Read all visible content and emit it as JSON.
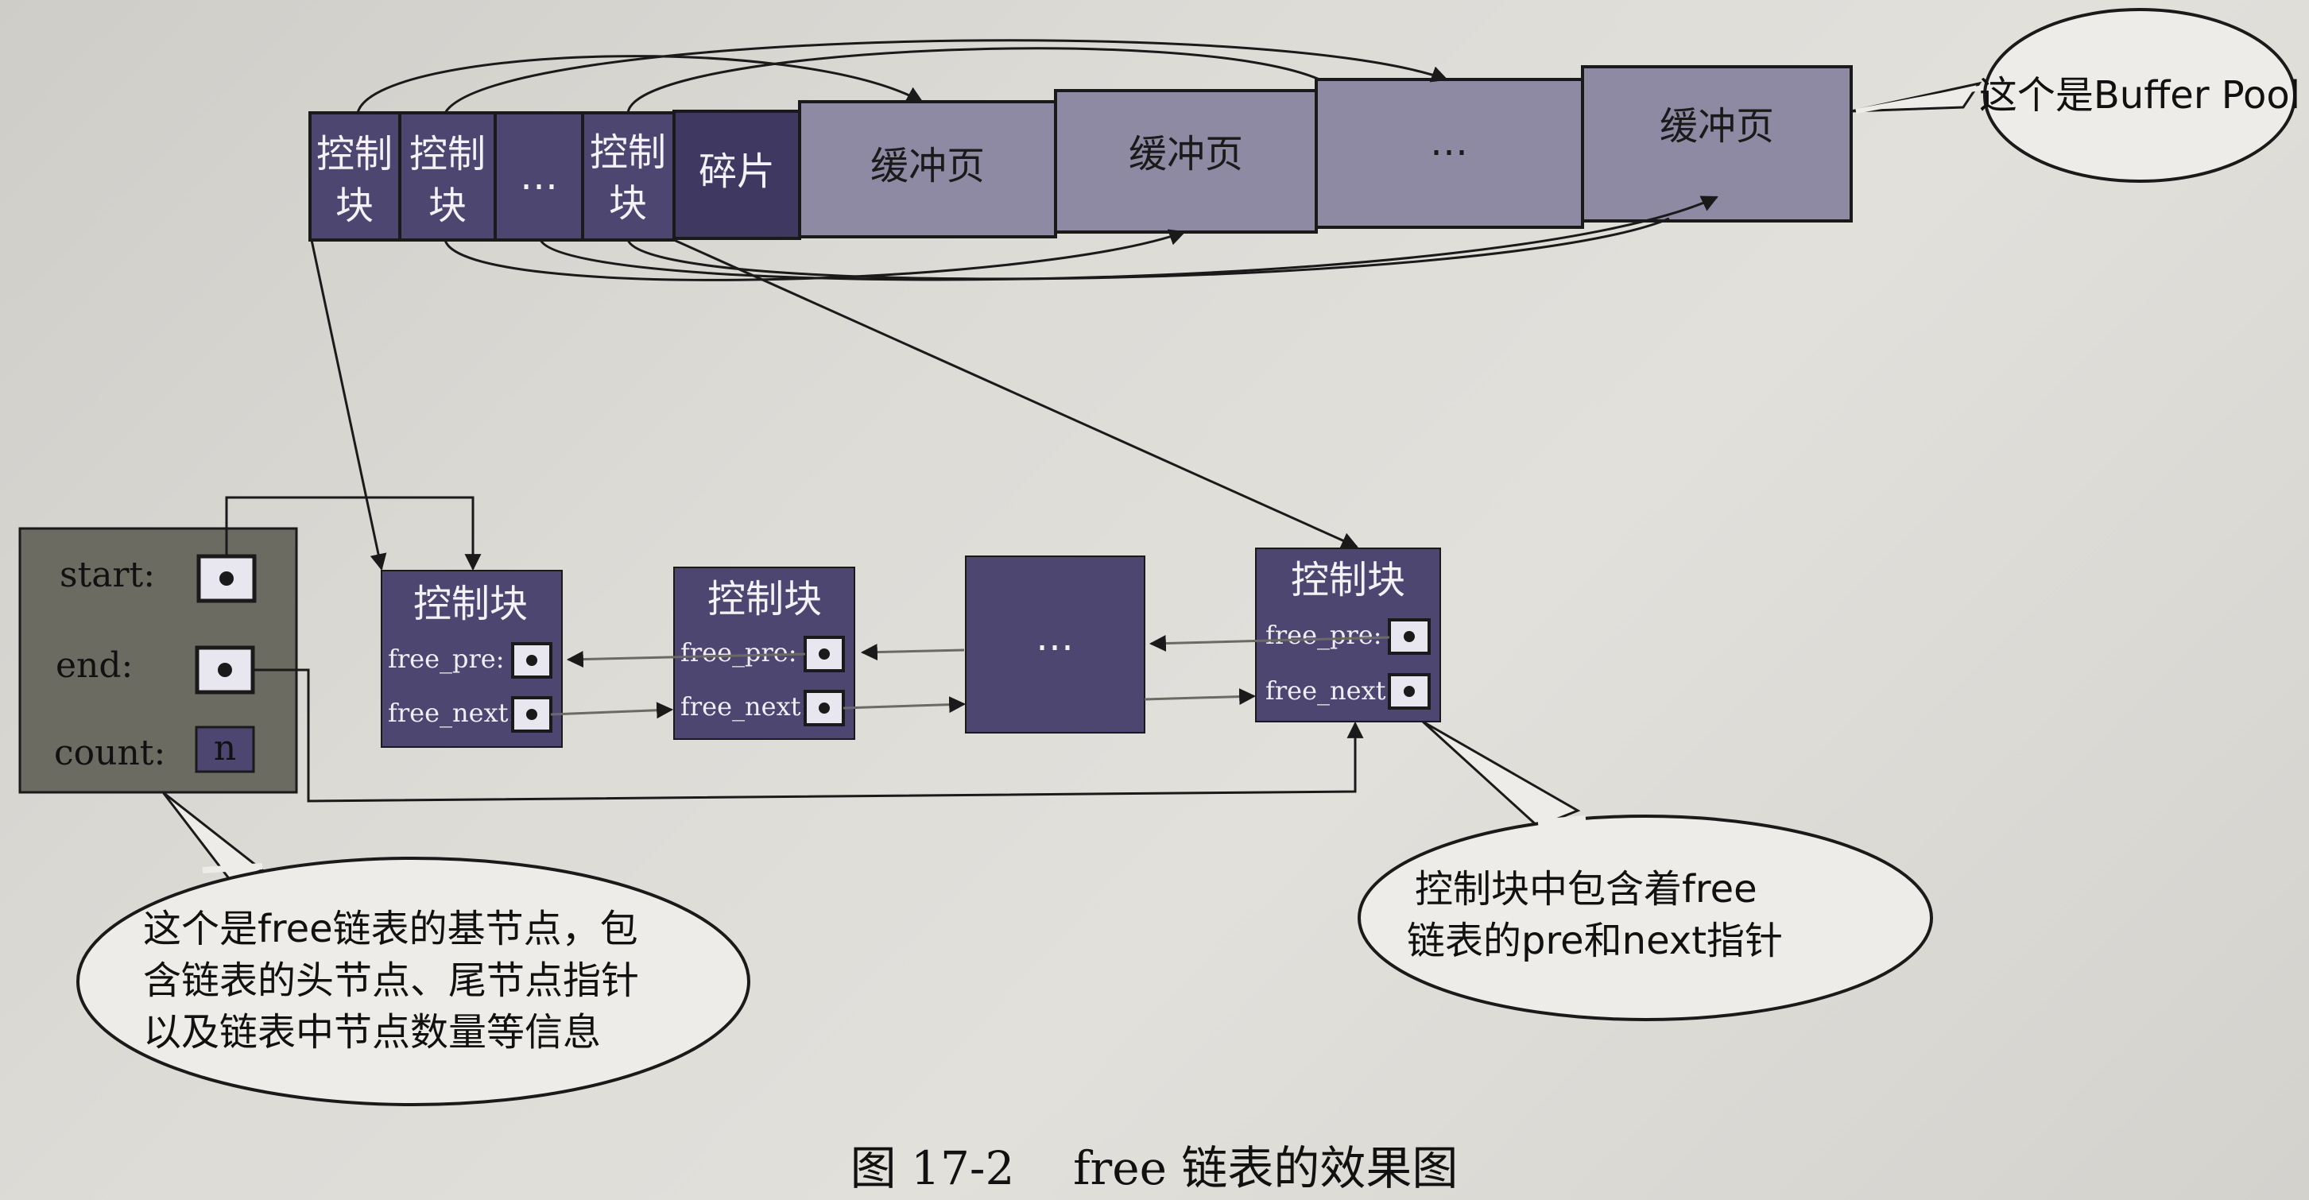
{
  "buffer_pool": {
    "cells": [
      {
        "label_line1": "控制",
        "label_line2": "块"
      },
      {
        "label_line1": "控制",
        "label_line2": "块"
      },
      {
        "label_line1": "…",
        "label_line2": ""
      },
      {
        "label_line1": "控制",
        "label_line2": "块"
      },
      {
        "label_line1": "碎片",
        "label_line2": ""
      }
    ],
    "pages": [
      "缓冲页",
      "缓冲页",
      "…",
      "缓冲页"
    ],
    "callout": "这个是Buffer Pool"
  },
  "base_node": {
    "start_label": "start:",
    "end_label": "end:",
    "count_label": "count:",
    "count_value": "n",
    "callout_lines": [
      "这个是free链表的基节点，包",
      "含链表的头节点、尾节点指针",
      "以及链表中节点数量等信息"
    ]
  },
  "list_nodes": [
    {
      "title": "控制块",
      "pre_label": "free_pre:",
      "next_label": "free_next:"
    },
    {
      "title": "控制块",
      "pre_label": "free_pre:",
      "next_label": "free_next:"
    },
    {
      "title": "…"
    },
    {
      "title": "控制块",
      "pre_label": "free_pre:",
      "next_label": "free_next:"
    }
  ],
  "node_callout_lines": [
    "控制块中包含着free",
    "链表的pre和next指针"
  ],
  "caption": "图 17-2    free 链表的效果图",
  "colors": {
    "block_dark": "#4d4670",
    "block_light": "#8e8aa3",
    "base_gray": "#6c6b62",
    "line": "#1a1a1a"
  }
}
